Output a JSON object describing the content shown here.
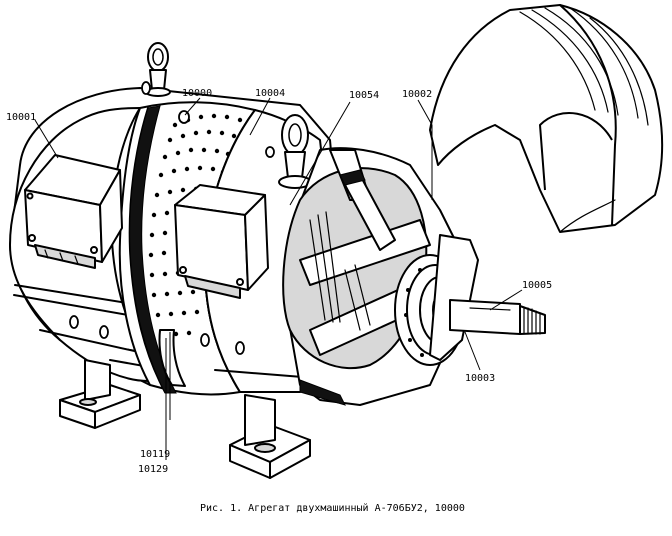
{
  "labels": {
    "l10001": "10001",
    "l10000": "10000",
    "l10004": "10004",
    "l10054": "10054",
    "l10002": "10002",
    "l10005": "10005",
    "l10003": "10003",
    "l10119": "10119",
    "l10129": "10129"
  },
  "caption": "Рис. 1. Агрегат двухмашинный А-706БУ2, 10000"
}
